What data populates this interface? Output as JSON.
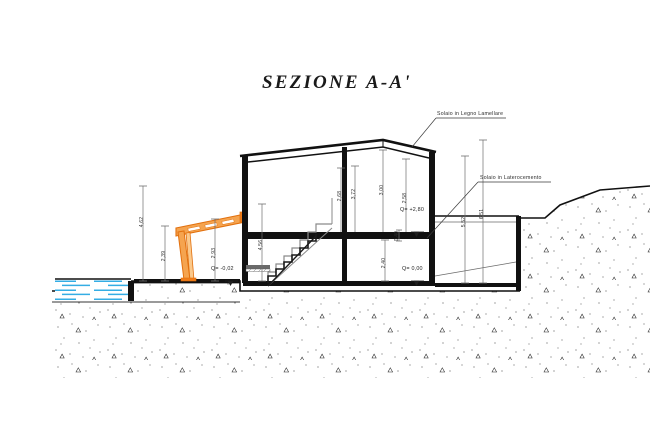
{
  "sheet": {
    "title": "SEZIONE A-A'",
    "background_color": "#ffffff",
    "line_color": "#111111",
    "pergola_color": "#F07D1A",
    "water_color": "#34ADE4",
    "dimension_color": "#555555"
  },
  "annotations": [
    {
      "id": "solaio-legno",
      "label": "Solaio in Legno Lamellare"
    },
    {
      "id": "solaio-latero",
      "label": "Solaio in Laterocemento"
    }
  ],
  "levels": [
    {
      "id": "level-terrace",
      "label": "Q= -0,02"
    },
    {
      "id": "level-first-floor",
      "label": "Q= +2,80"
    },
    {
      "id": "level-ground-floor",
      "label": "Q= 0,00"
    }
  ],
  "dimensions": {
    "exterior_left": [
      {
        "id": "dim-left-total",
        "value": "4,62"
      },
      {
        "id": "dim-left-pergola",
        "value": "2,39"
      }
    ],
    "pergola": [
      {
        "id": "dim-pergola-height",
        "value": "2,93"
      }
    ],
    "interior": [
      {
        "id": "dim-stair-void",
        "value": "4,56"
      },
      {
        "id": "dim-attic-left",
        "value": "2,68"
      },
      {
        "id": "dim-attic-mid-left",
        "value": "3,72"
      },
      {
        "id": "dim-attic-ridge",
        "value": "3,00"
      },
      {
        "id": "dim-attic-right",
        "value": "2,58"
      },
      {
        "id": "dim-slab-thickness",
        "value": "0,40"
      },
      {
        "id": "dim-ground-floor-height",
        "value": "2,40"
      }
    ],
    "exterior_right": [
      {
        "id": "dim-right-eave",
        "value": "5,52"
      },
      {
        "id": "dim-right-ridge",
        "value": "6,51"
      }
    ]
  },
  "hatches": {
    "soil": "stipple-and-triangles",
    "water": "horizontal-lines"
  }
}
